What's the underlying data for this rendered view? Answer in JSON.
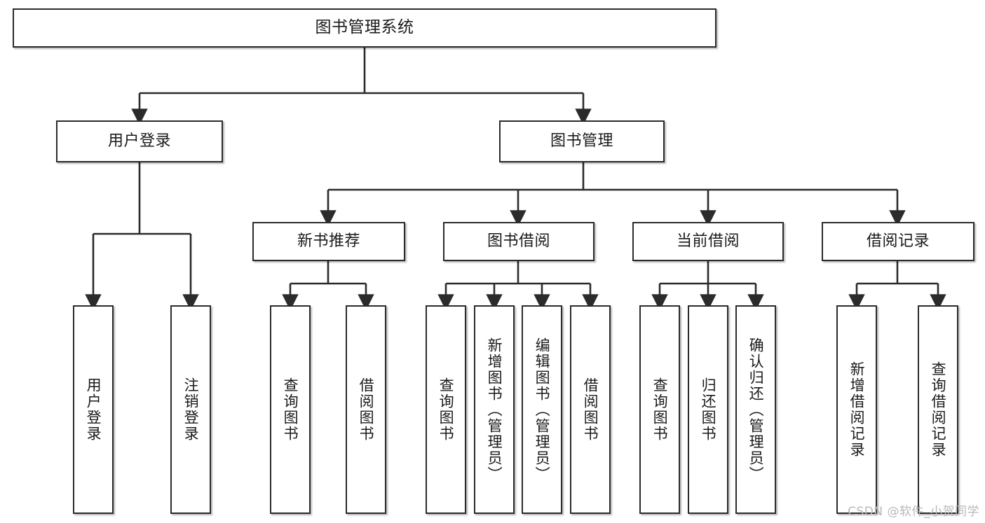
{
  "diagram": {
    "type": "tree-hierarchy",
    "title": "图书管理系统",
    "root": {
      "label": "图书管理系统"
    },
    "level2": [
      {
        "label": "用户登录"
      },
      {
        "label": "图书管理"
      }
    ],
    "level3": [
      {
        "label": "新书推荐"
      },
      {
        "label": "图书借阅"
      },
      {
        "label": "当前借阅"
      },
      {
        "label": "借阅记录"
      }
    ],
    "leaves": {
      "user_login": [
        {
          "label": "用户登录"
        },
        {
          "label": "注销登录"
        }
      ],
      "new_book_recommend": [
        {
          "label": "查询图书"
        },
        {
          "label": "借阅图书"
        }
      ],
      "book_borrow": [
        {
          "label": "查询图书"
        },
        {
          "label": "新增图书（管理员）"
        },
        {
          "label": "编辑图书（管理员）"
        },
        {
          "label": "借阅图书"
        }
      ],
      "current_borrow": [
        {
          "label": "查询图书"
        },
        {
          "label": "归还图书"
        },
        {
          "label": "确认归还（管理员）"
        }
      ],
      "borrow_record": [
        {
          "label": "新增借阅记录"
        },
        {
          "label": "查询借阅记录"
        }
      ]
    }
  },
  "watermark": {
    "text": "CSDN @软件_小贺同学"
  },
  "colors": {
    "stroke": "#2b2b2b",
    "fill": "#ffffff",
    "text": "#1a1a1a",
    "watermark": "#b8b8b8"
  }
}
